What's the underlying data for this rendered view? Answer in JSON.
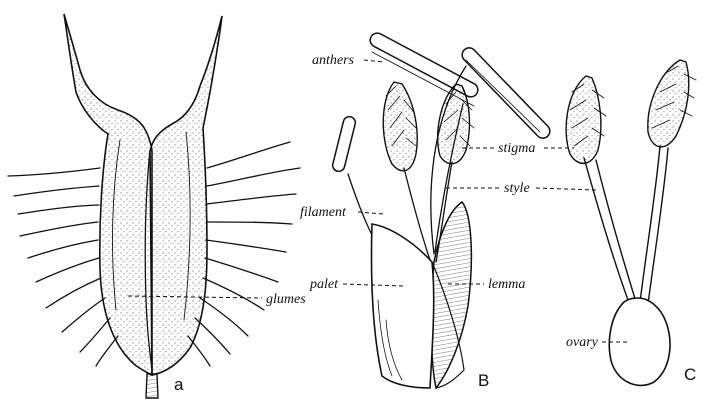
{
  "figure": {
    "panel_letters": {
      "a": "a",
      "b": "B",
      "c": "C"
    },
    "labels": {
      "anthers": "anthers",
      "stigma": "stigma",
      "style": "style",
      "filament": "filament",
      "palet": "palet",
      "lemma": "lemma",
      "glumes": "glumes",
      "ovary": "ovary"
    }
  }
}
